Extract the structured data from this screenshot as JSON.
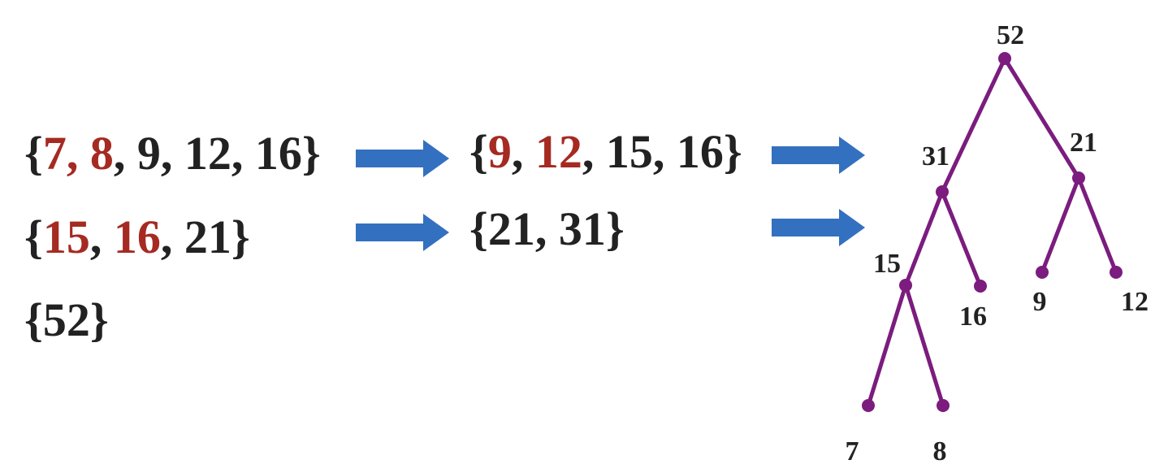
{
  "colors": {
    "text": "#222222",
    "highlight": "#a52a22",
    "arrow": "#3470c0",
    "tree": "#7b1c7e"
  },
  "rows": [
    {
      "steps": [
        {
          "tokens": [
            {
              "t": "{",
              "hl": false
            },
            {
              "t": "7, 8",
              "hl": true
            },
            {
              "t": ", 9, 12, 16}",
              "hl": false
            }
          ]
        },
        {
          "tokens": [
            {
              "t": "{",
              "hl": false
            },
            {
              "t": "9",
              "hl": true
            },
            {
              "t": ", ",
              "hl": false
            },
            {
              "t": "12",
              "hl": true
            },
            {
              "t": ", 15, 16}",
              "hl": false
            }
          ]
        }
      ]
    },
    {
      "steps": [
        {
          "tokens": [
            {
              "t": "{",
              "hl": false
            },
            {
              "t": "15",
              "hl": true
            },
            {
              "t": ", ",
              "hl": false
            },
            {
              "t": "16",
              "hl": true
            },
            {
              "t": ", 21}",
              "hl": false
            }
          ]
        },
        {
          "tokens": [
            {
              "t": "{21, 31}",
              "hl": false
            }
          ]
        }
      ]
    },
    {
      "steps": [
        {
          "tokens": [
            {
              "t": "{52}",
              "hl": false
            }
          ]
        }
      ]
    }
  ],
  "tree": {
    "nodes": [
      {
        "id": "n52",
        "label": "52"
      },
      {
        "id": "n31",
        "label": "31"
      },
      {
        "id": "n21",
        "label": "21"
      },
      {
        "id": "n15",
        "label": "15"
      },
      {
        "id": "n16",
        "label": "16"
      },
      {
        "id": "n9",
        "label": "9"
      },
      {
        "id": "n12",
        "label": "12"
      },
      {
        "id": "n7",
        "label": "7"
      },
      {
        "id": "n8",
        "label": "8"
      }
    ],
    "edges": [
      [
        "n52",
        "n31"
      ],
      [
        "n52",
        "n21"
      ],
      [
        "n31",
        "n15"
      ],
      [
        "n31",
        "n16"
      ],
      [
        "n21",
        "n9"
      ],
      [
        "n21",
        "n12"
      ],
      [
        "n15",
        "n7"
      ],
      [
        "n15",
        "n8"
      ]
    ]
  }
}
